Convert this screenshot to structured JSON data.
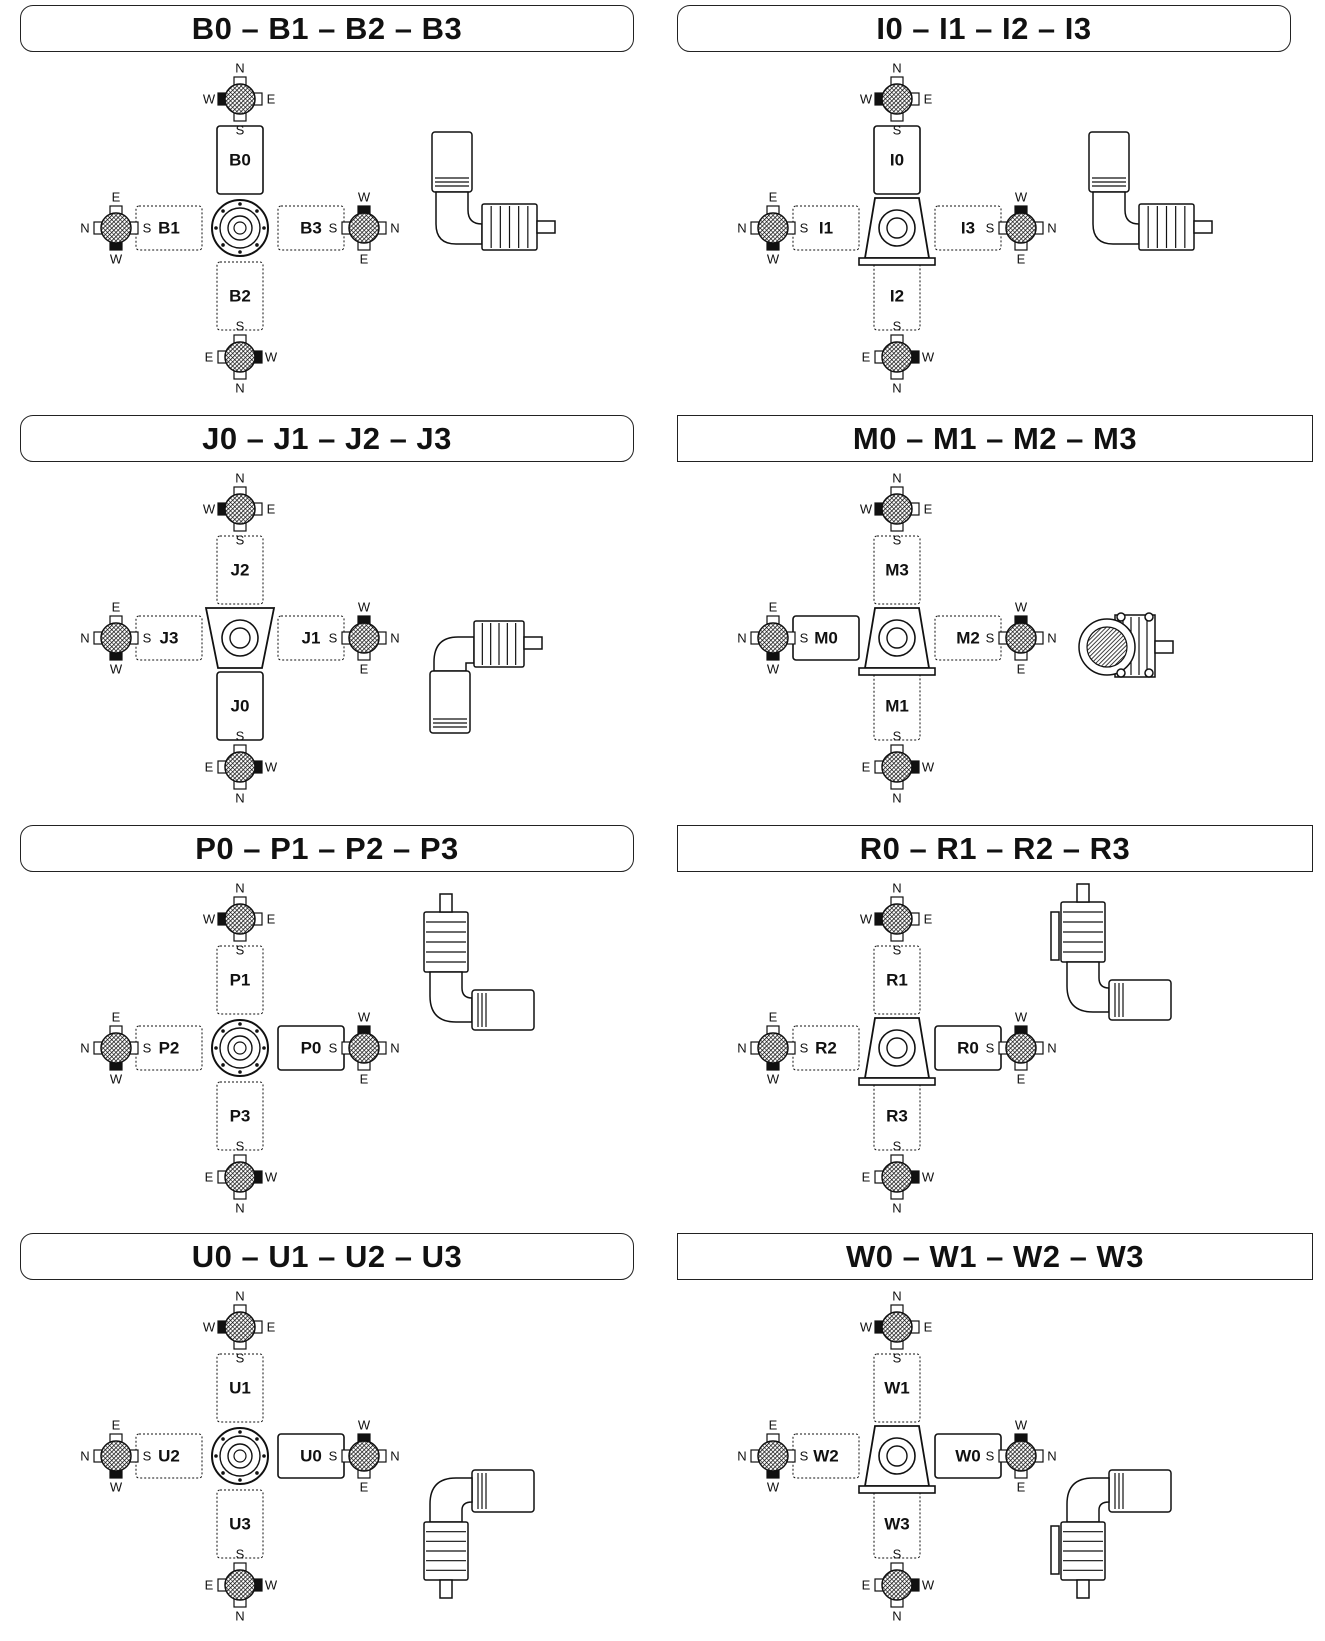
{
  "panels": [
    {
      "id": "b",
      "title": "B0 – B1 – B2 – B3",
      "rounded": true,
      "center": "round",
      "solid": "top",
      "labels": {
        "top": "B0",
        "left": "B1",
        "right": "B3",
        "bottom": "B2"
      },
      "motor": "vertical-up"
    },
    {
      "id": "i",
      "title": "I0 – I1 – I2 – I3",
      "rounded": true,
      "center": "foot",
      "solid": "top",
      "labels": {
        "top": "I0",
        "left": "I1",
        "right": "I3",
        "bottom": "I2"
      },
      "motor": "vertical-up"
    },
    {
      "id": "j",
      "title": "J0 – J1 – J2 – J3",
      "rounded": true,
      "center": "wedge",
      "solid": "bottom",
      "labels": {
        "top": "J2",
        "left": "J3",
        "right": "J1",
        "bottom": "J0"
      },
      "motor": "vertical-down"
    },
    {
      "id": "m",
      "title": "M0 – M1 – M2 – M3",
      "rounded": false,
      "center": "foot",
      "solid": "left",
      "labels": {
        "top": "M3",
        "left": "M0",
        "right": "M2",
        "bottom": "M1"
      },
      "motor": "end-view"
    },
    {
      "id": "p",
      "title": "P0 – P1 – P2 – P3",
      "rounded": true,
      "center": "round",
      "solid": "right",
      "labels": {
        "top": "P1",
        "left": "P2",
        "right": "P0",
        "bottom": "P3"
      },
      "motor": "down-right"
    },
    {
      "id": "r",
      "title": "R0 – R1 – R2 – R3",
      "rounded": false,
      "center": "foot",
      "solid": "right",
      "labels": {
        "top": "R1",
        "left": "R2",
        "right": "R0",
        "bottom": "R3"
      },
      "motor": "flange-down-right"
    },
    {
      "id": "u",
      "title": "U0 – U1 – U2 – U3",
      "rounded": true,
      "center": "round",
      "solid": "right",
      "labels": {
        "top": "U1",
        "left": "U2",
        "right": "U0",
        "bottom": "U3"
      },
      "motor": "up-right"
    },
    {
      "id": "w",
      "title": "W0 – W1 – W2 – W3",
      "rounded": false,
      "center": "foot",
      "solid": "right",
      "labels": {
        "top": "W1",
        "left": "W2",
        "right": "W0",
        "bottom": "W3"
      },
      "motor": "flange-up-right"
    }
  ],
  "compass": {
    "top": {
      "n": "N",
      "s": "S",
      "w": "W",
      "e": "E"
    },
    "left": {
      "n": "E",
      "s": "W",
      "w": "N",
      "e": "S"
    },
    "right": {
      "n": "W",
      "s": "E",
      "w": "S",
      "e": "N"
    },
    "bottom": {
      "n": "S",
      "s": "N",
      "w": "E",
      "e": "W"
    }
  }
}
